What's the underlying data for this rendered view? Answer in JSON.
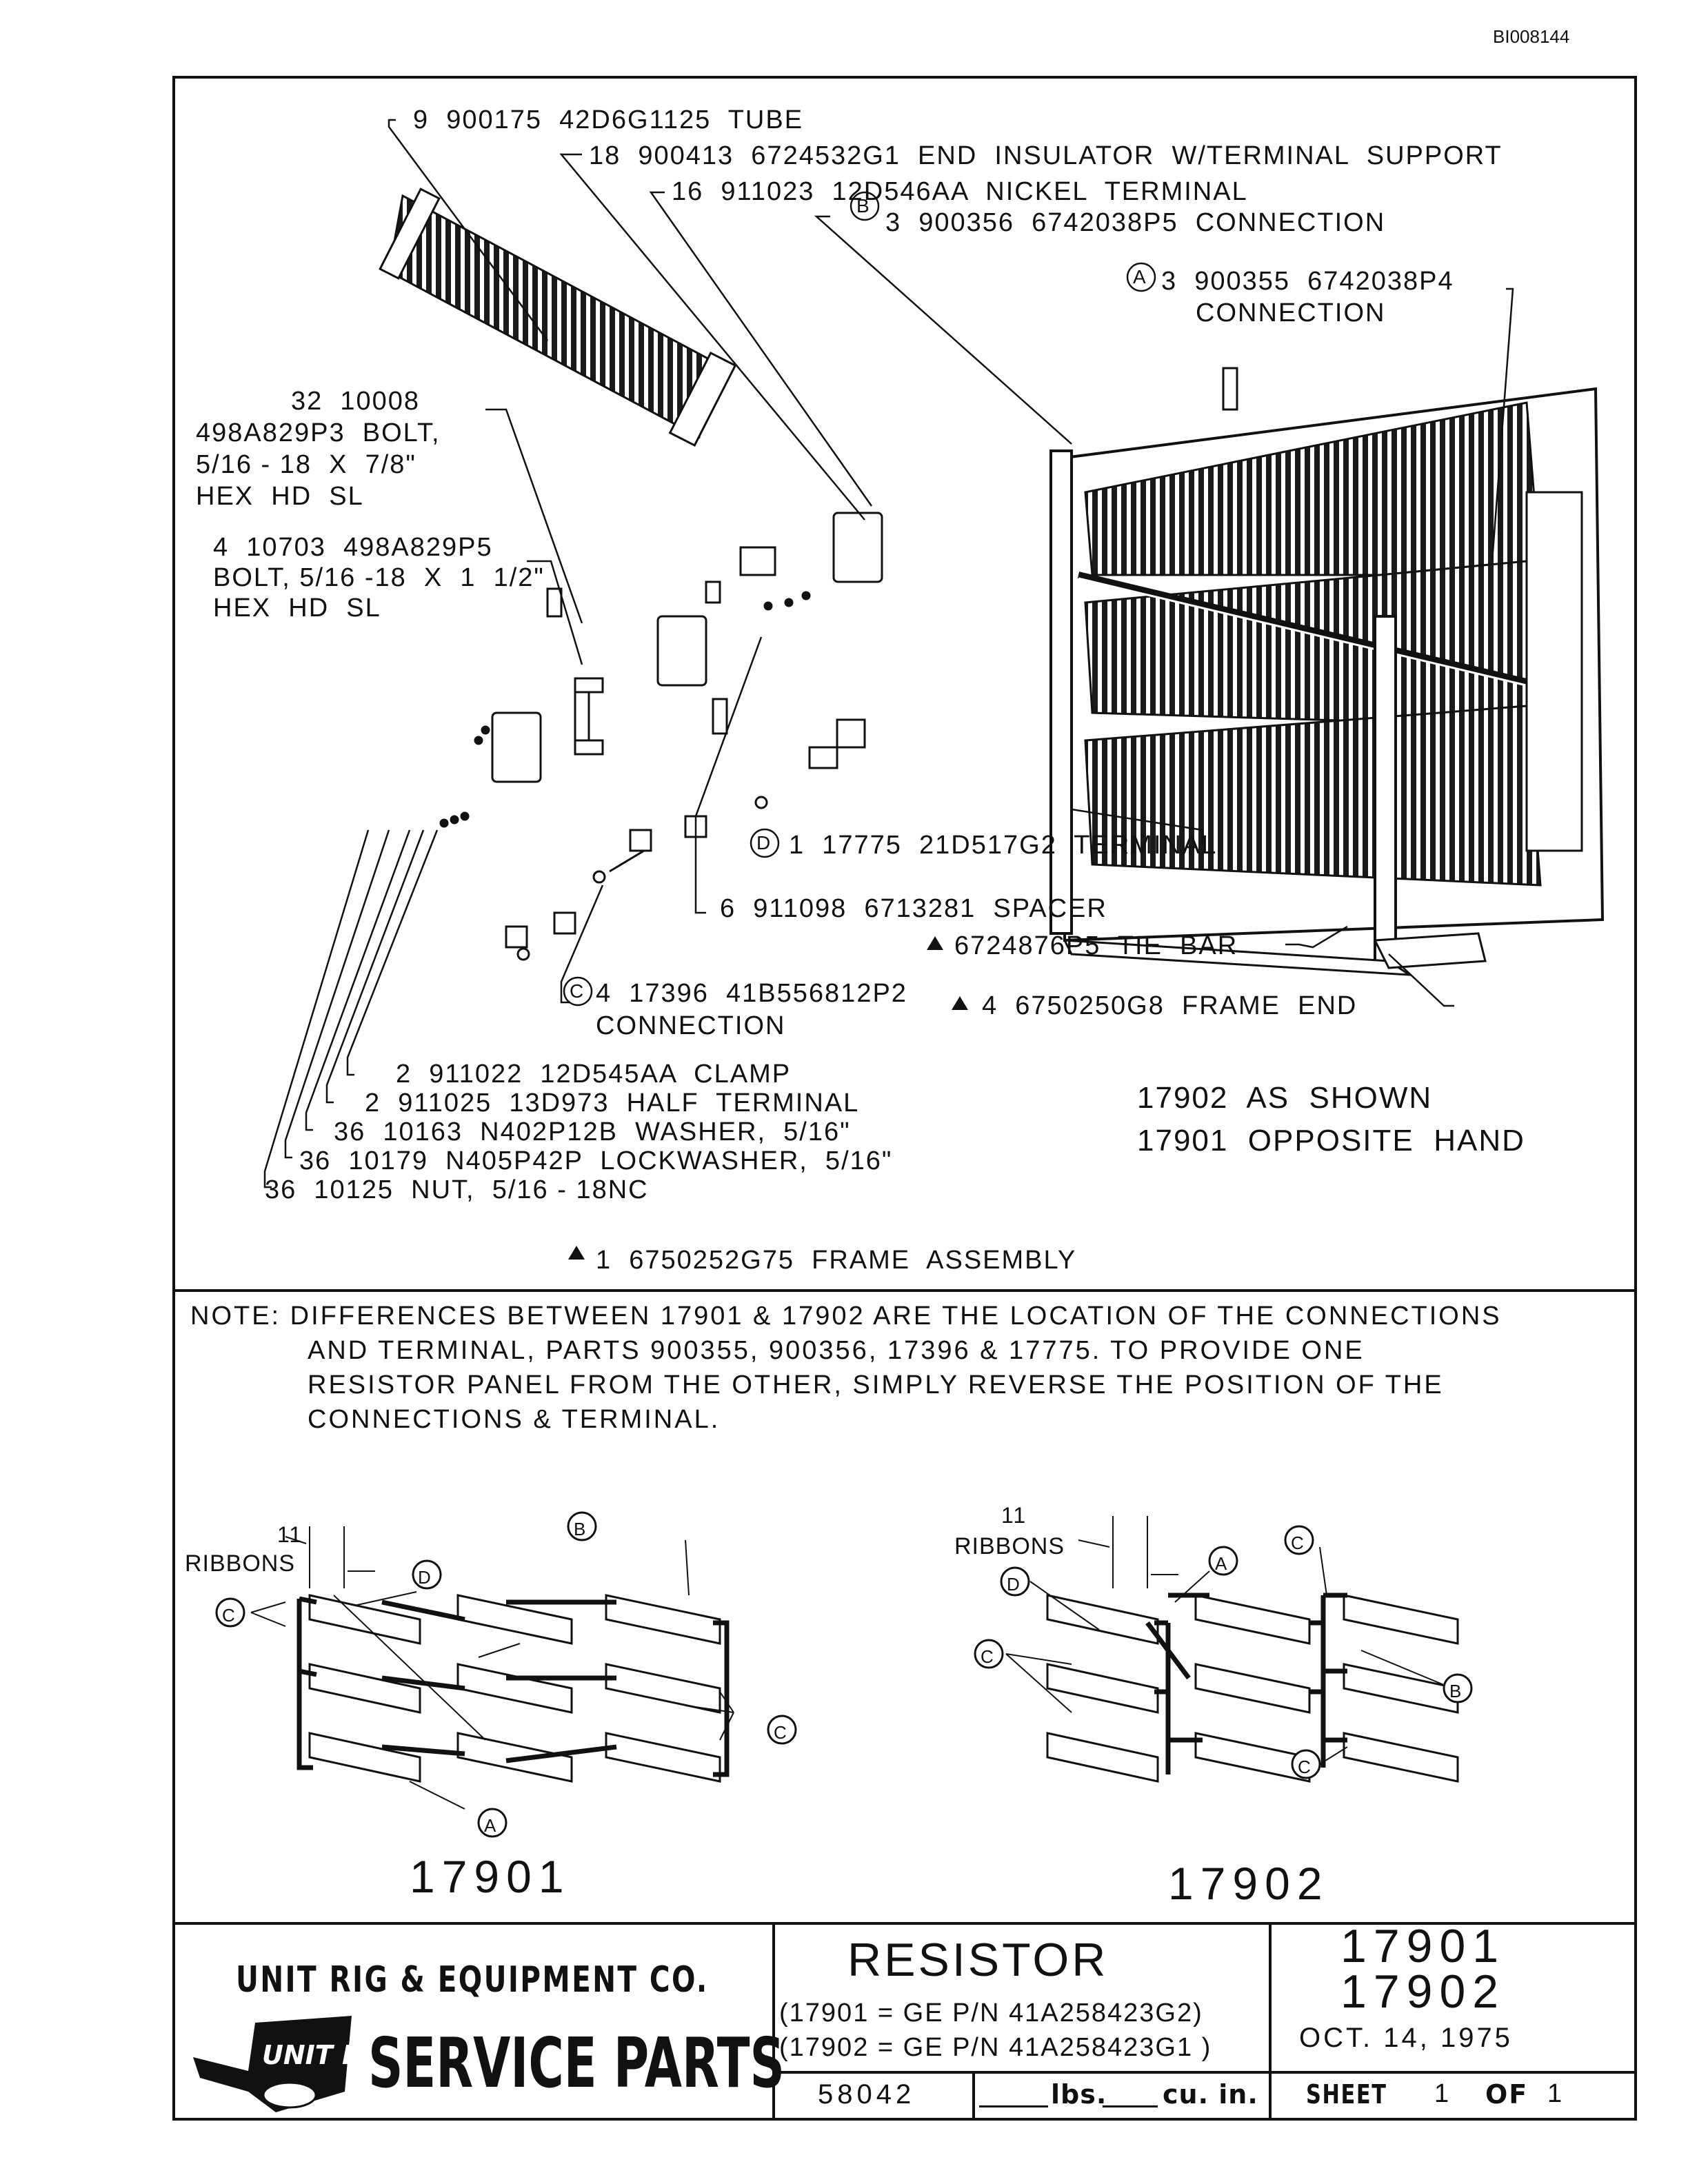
{
  "document_id": "BI008144",
  "callouts": {
    "tube": "9  900175  42D6G1125  TUBE",
    "end_insulator": "18  900413  6724532G1  END  INSULATOR  W/TERMINAL  SUPPORT",
    "nickel_terminal": "16  911023  12D546AA  NICKEL  TERMINAL",
    "connection_b": "3  900356  6742038P5  CONNECTION",
    "connection_a_1": "3  900355  6742038P4",
    "connection_a_2": "CONNECTION",
    "bolt_32_1": "32  10008",
    "bolt_32_2": "498A829P3  BOLT,",
    "bolt_32_3": "5/16 - 18  X  7/8\"",
    "bolt_32_4": "HEX  HD  SL",
    "bolt_4_1": "4  10703  498A829P5",
    "bolt_4_2": "BOLT, 5/16 -18  X  1  1/2\"",
    "bolt_4_3": "HEX  HD  SL",
    "terminal_d": "1  17775  21D517G2  TERMINAL",
    "spacer": "6  911098  6713281  SPACER",
    "tie_bar": "6724876P5  TIE  BAR",
    "connection_c_1": "4  17396  41B556812P2",
    "connection_c_2": "CONNECTION",
    "frame_end": "4  6750250G8  FRAME  END",
    "clamp": "2  911022  12D545AA  CLAMP",
    "half_terminal": "2  911025  13D973  HALF  TERMINAL",
    "washer": "36  10163  N402P12B  WASHER,  5/16\"",
    "lockwasher": "36  10179  N405P42P  LOCKWASHER,  5/16\"",
    "nut": "36  10125  NUT,  5/16 - 18NC",
    "frame_assembly": "1  6750252G75  FRAME  ASSEMBLY",
    "as_shown": "17902  AS  SHOWN",
    "opposite_hand": "17901  OPPOSITE  HAND"
  },
  "note": {
    "line1": "NOTE:  DIFFERENCES  BETWEEN  17901  &  17902  ARE   THE  LOCATION  OF  THE  CONNECTIONS",
    "line2": "AND  TERMINAL,  PARTS  900355,  900356,  17396  &  17775.   TO  PROVIDE  ONE",
    "line3": "RESISTOR  PANEL  FROM  THE  OTHER,  SIMPLY  REVERSE  THE  POSITION  OF  THE",
    "line4": "CONNECTIONS  &  TERMINAL."
  },
  "diagrams": {
    "ribbons_count": "11",
    "ribbons_label": "RIBBONS",
    "left_title": "17901",
    "right_title": "17902",
    "marker_a": "A",
    "marker_b": "B",
    "marker_c": "C",
    "marker_d": "D"
  },
  "title_block": {
    "company": "UNIT  RIG  &  EQUIPMENT  CO.",
    "logo_text": "UNIT RIG",
    "service_parts": "SERVICE  PARTS",
    "part_name": "RESISTOR",
    "ge_pn_1": "(17901 = GE  P/N  41A258423G2)",
    "ge_pn_2": "(17902 = GE  P/N  41A258423G1 )",
    "part_no_1": "17901",
    "part_no_2": "17902",
    "date": "OCT.   14,   1975",
    "code": "58042",
    "lbs_label": "lbs.",
    "cuin_label": "cu. in.",
    "sheet_label": "SHEET",
    "sheet_num": "1",
    "of_label": "OF",
    "sheet_total": "1"
  },
  "colors": {
    "ink": "#111111",
    "paper": "#ffffff"
  }
}
